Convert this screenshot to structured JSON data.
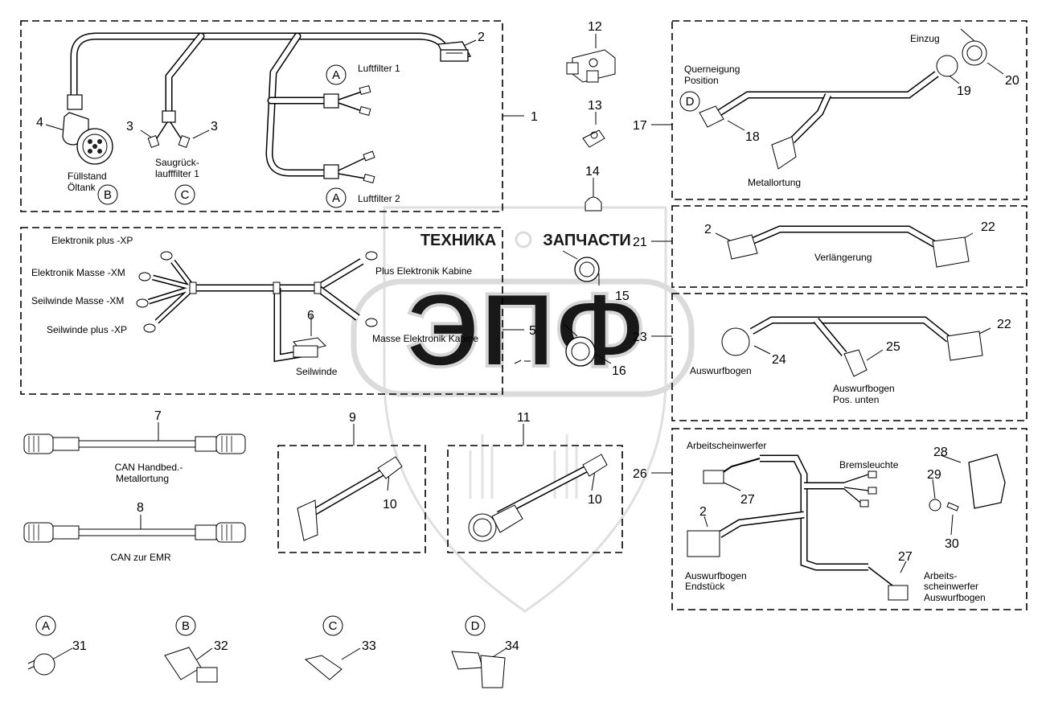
{
  "colors": {
    "line": "#000000",
    "dash": "#000000",
    "watermark": "#d4d4d4",
    "wire": "#ffffff",
    "background": "#ffffff"
  },
  "watermark": {
    "left": "ТЕХНИКА",
    "right": "ЗАПЧАСТИ",
    "big": "ЭПФ"
  },
  "labels": {
    "luftfilter1": "Luftfilter 1",
    "luftfilter2": "Luftfilter 2",
    "fuellstand_l1": "Füllstand",
    "fuellstand_l2": "Öltank",
    "saug_l1": "Saugrück-",
    "saug_l2": "laufffilter 1",
    "elektronik_plus": "Elektronik plus -XP",
    "elektronik_masse": "Elektronik Masse -XM",
    "seilwinde_masse": "Seilwinde Masse -XM",
    "seilwinde_plus": "Seilwinde plus -XP",
    "plus_kabine": "Plus Elektronik Kabine",
    "masse_kabine": "Masse Elektronik Kabine",
    "seilwinde": "Seilwinde",
    "can_hand_l1": "CAN Handbed.-",
    "can_hand_l2": "Metallortung",
    "can_emr": "CAN zur EMR",
    "einzug": "Einzug",
    "querneigung_l1": "Querneigung",
    "querneigung_l2": "Position",
    "metallortung": "Metallortung",
    "verlaengerung": "Verlängerung",
    "auswurfbogen": "Auswurfbogen",
    "ausw_unten_l1": "Auswurfbogen",
    "ausw_unten_l2": "Pos. unten",
    "arbeitsschein": "Arbeitscheinwerfer",
    "bremsleuchte": "Bremsleuchte",
    "ausw_end_l1": "Auswurfbogen",
    "ausw_end_l2": "Endstück",
    "arb_ausw_l1": "Arbeits-",
    "arb_ausw_l2": "scheinwerfer",
    "arb_ausw_l3": "Auswurfbogen"
  },
  "letters": {
    "a": "A",
    "b": "B",
    "c": "C",
    "d": "D"
  },
  "numbers": {
    "n1": "1",
    "n2": "2",
    "n3": "3",
    "n4": "4",
    "n5": "5",
    "n6": "6",
    "n7": "7",
    "n8": "8",
    "n9": "9",
    "n10": "10",
    "n11": "11",
    "n12": "12",
    "n13": "13",
    "n14": "14",
    "n15": "15",
    "n16": "16",
    "n17": "17",
    "n18": "18",
    "n19": "19",
    "n20": "20",
    "n21": "21",
    "n22": "22",
    "n23": "23",
    "n24": "24",
    "n25": "25",
    "n26": "26",
    "n27": "27",
    "n28": "28",
    "n29": "29",
    "n30": "30",
    "n31": "31",
    "n32": "32",
    "n33": "33",
    "n34": "34"
  }
}
